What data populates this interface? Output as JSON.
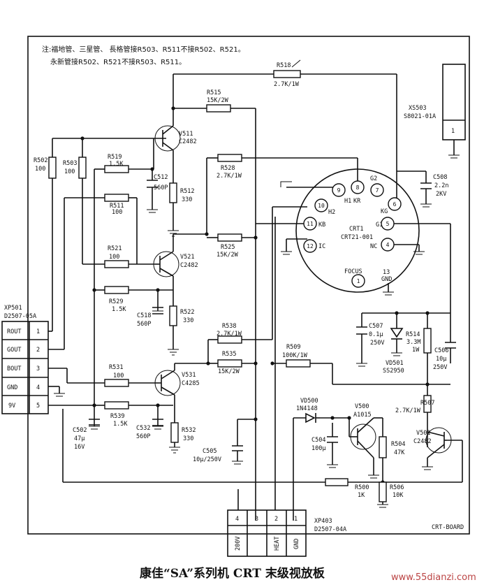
{
  "notes": {
    "line1": "注:福地管、三星管、 長格管接R503、R511不接R502、R521。",
    "line2": "永新管接R502、R521不接R503、R511。"
  },
  "caption": "康佳“SA”系列机 CRT 末级视放板",
  "watermark": "www.55dianzi.com",
  "board_label": "CRT-BOARD",
  "connector_xp501": {
    "ref": "XP501",
    "part": "D2507-05A",
    "pins": [
      {
        "name": "ROUT",
        "num": "1"
      },
      {
        "name": "GOUT",
        "num": "2"
      },
      {
        "name": "BOUT",
        "num": "3"
      },
      {
        "name": "GND",
        "num": "4"
      },
      {
        "name": "9V",
        "num": "5"
      }
    ]
  },
  "connector_xp403": {
    "ref": "XP403",
    "part": "D2507-04A",
    "pins": [
      {
        "num": "4",
        "name": "200V"
      },
      {
        "num": "3",
        "name": ""
      },
      {
        "num": "2",
        "name": "HEAT"
      },
      {
        "num": "1",
        "name": "GND"
      }
    ]
  },
  "connector_xs503": {
    "ref": "XS503",
    "part": "S8021-01A",
    "pin": "1"
  },
  "crt": {
    "ref": "CRT1",
    "part": "CRT21-001",
    "focus": "FOCUS",
    "gnd_label": "13",
    "gnd_text": "GND",
    "pins": [
      {
        "num": "9",
        "name": "H1"
      },
      {
        "num": "8",
        "name": "KR"
      },
      {
        "num": "7",
        "name": "G2"
      },
      {
        "num": "6",
        "name": "KG"
      },
      {
        "num": "10",
        "name": "H2"
      },
      {
        "num": "11",
        "name": "KB"
      },
      {
        "num": "5",
        "name": "G1"
      },
      {
        "num": "12",
        "name": "IC"
      },
      {
        "num": "4",
        "name": "NC"
      },
      {
        "num": "1",
        "name": ""
      }
    ]
  },
  "components": {
    "r518": {
      "ref": "R518",
      "value": "2.7K/1W"
    },
    "r515": {
      "ref": "R515",
      "value": "15K/2W"
    },
    "v511": {
      "ref": "V511",
      "value": "C2482"
    },
    "r502": {
      "ref": "R502",
      "value": "100"
    },
    "r503": {
      "ref": "R503",
      "value": "100"
    },
    "r519": {
      "ref": "R519",
      "value": "1.5K"
    },
    "c512": {
      "ref": "C512",
      "value": "560P"
    },
    "r512": {
      "ref": "R512",
      "value": "330"
    },
    "r528": {
      "ref": "R528",
      "value": "2.7K/1W"
    },
    "r511": {
      "ref": "R511",
      "value": "100"
    },
    "c508": {
      "ref": "C508",
      "value": "2.2n",
      "value2": "2KV"
    },
    "r521": {
      "ref": "R521",
      "value": "100"
    },
    "v521": {
      "ref": "V521",
      "value": "C2482"
    },
    "r525": {
      "ref": "R525",
      "value": "15K/2W"
    },
    "r529": {
      "ref": "R529",
      "value": "1.5K"
    },
    "c518": {
      "ref": "C518",
      "value": "560P"
    },
    "r522": {
      "ref": "R522",
      "value": "330"
    },
    "r538": {
      "ref": "R538",
      "value": "2.7K/1W"
    },
    "c507": {
      "ref": "C507",
      "value": "0.1μ",
      "value2": "250V"
    },
    "r514": {
      "ref": "R514",
      "value": "3.3M",
      "value2": "1W"
    },
    "c506": {
      "ref": "C506",
      "value": "10μ",
      "value2": "250V"
    },
    "vd501": {
      "ref": "VD501",
      "value": "SS2950"
    },
    "r509": {
      "ref": "R509",
      "value": "100K/1W"
    },
    "r535": {
      "ref": "R535",
      "value": "15K/2W"
    },
    "r531": {
      "ref": "R531",
      "value": "100"
    },
    "v531": {
      "ref": "V531",
      "value": "C4285"
    },
    "r539": {
      "ref": "R539",
      "value": "1.5K"
    },
    "c532": {
      "ref": "C532",
      "value": "560P"
    },
    "r532": {
      "ref": "R532",
      "value": "330"
    },
    "c502": {
      "ref": "C502",
      "value": "47μ",
      "value2": "16V"
    },
    "c505": {
      "ref": "C505",
      "value": "10μ/250V"
    },
    "vd500": {
      "ref": "VD500",
      "value": "1N4148"
    },
    "v500": {
      "ref": "V500",
      "value": "A1015"
    },
    "c504": {
      "ref": "C504",
      "value": "100μ"
    },
    "r504": {
      "ref": "R504",
      "value": "47K"
    },
    "r507": {
      "ref": "R507",
      "value": "2.7K/1W"
    },
    "v501": {
      "ref": "V501",
      "value": "C2482"
    },
    "r500": {
      "ref": "R500",
      "value": "1K"
    },
    "r506": {
      "ref": "R506",
      "value": "10K"
    }
  }
}
